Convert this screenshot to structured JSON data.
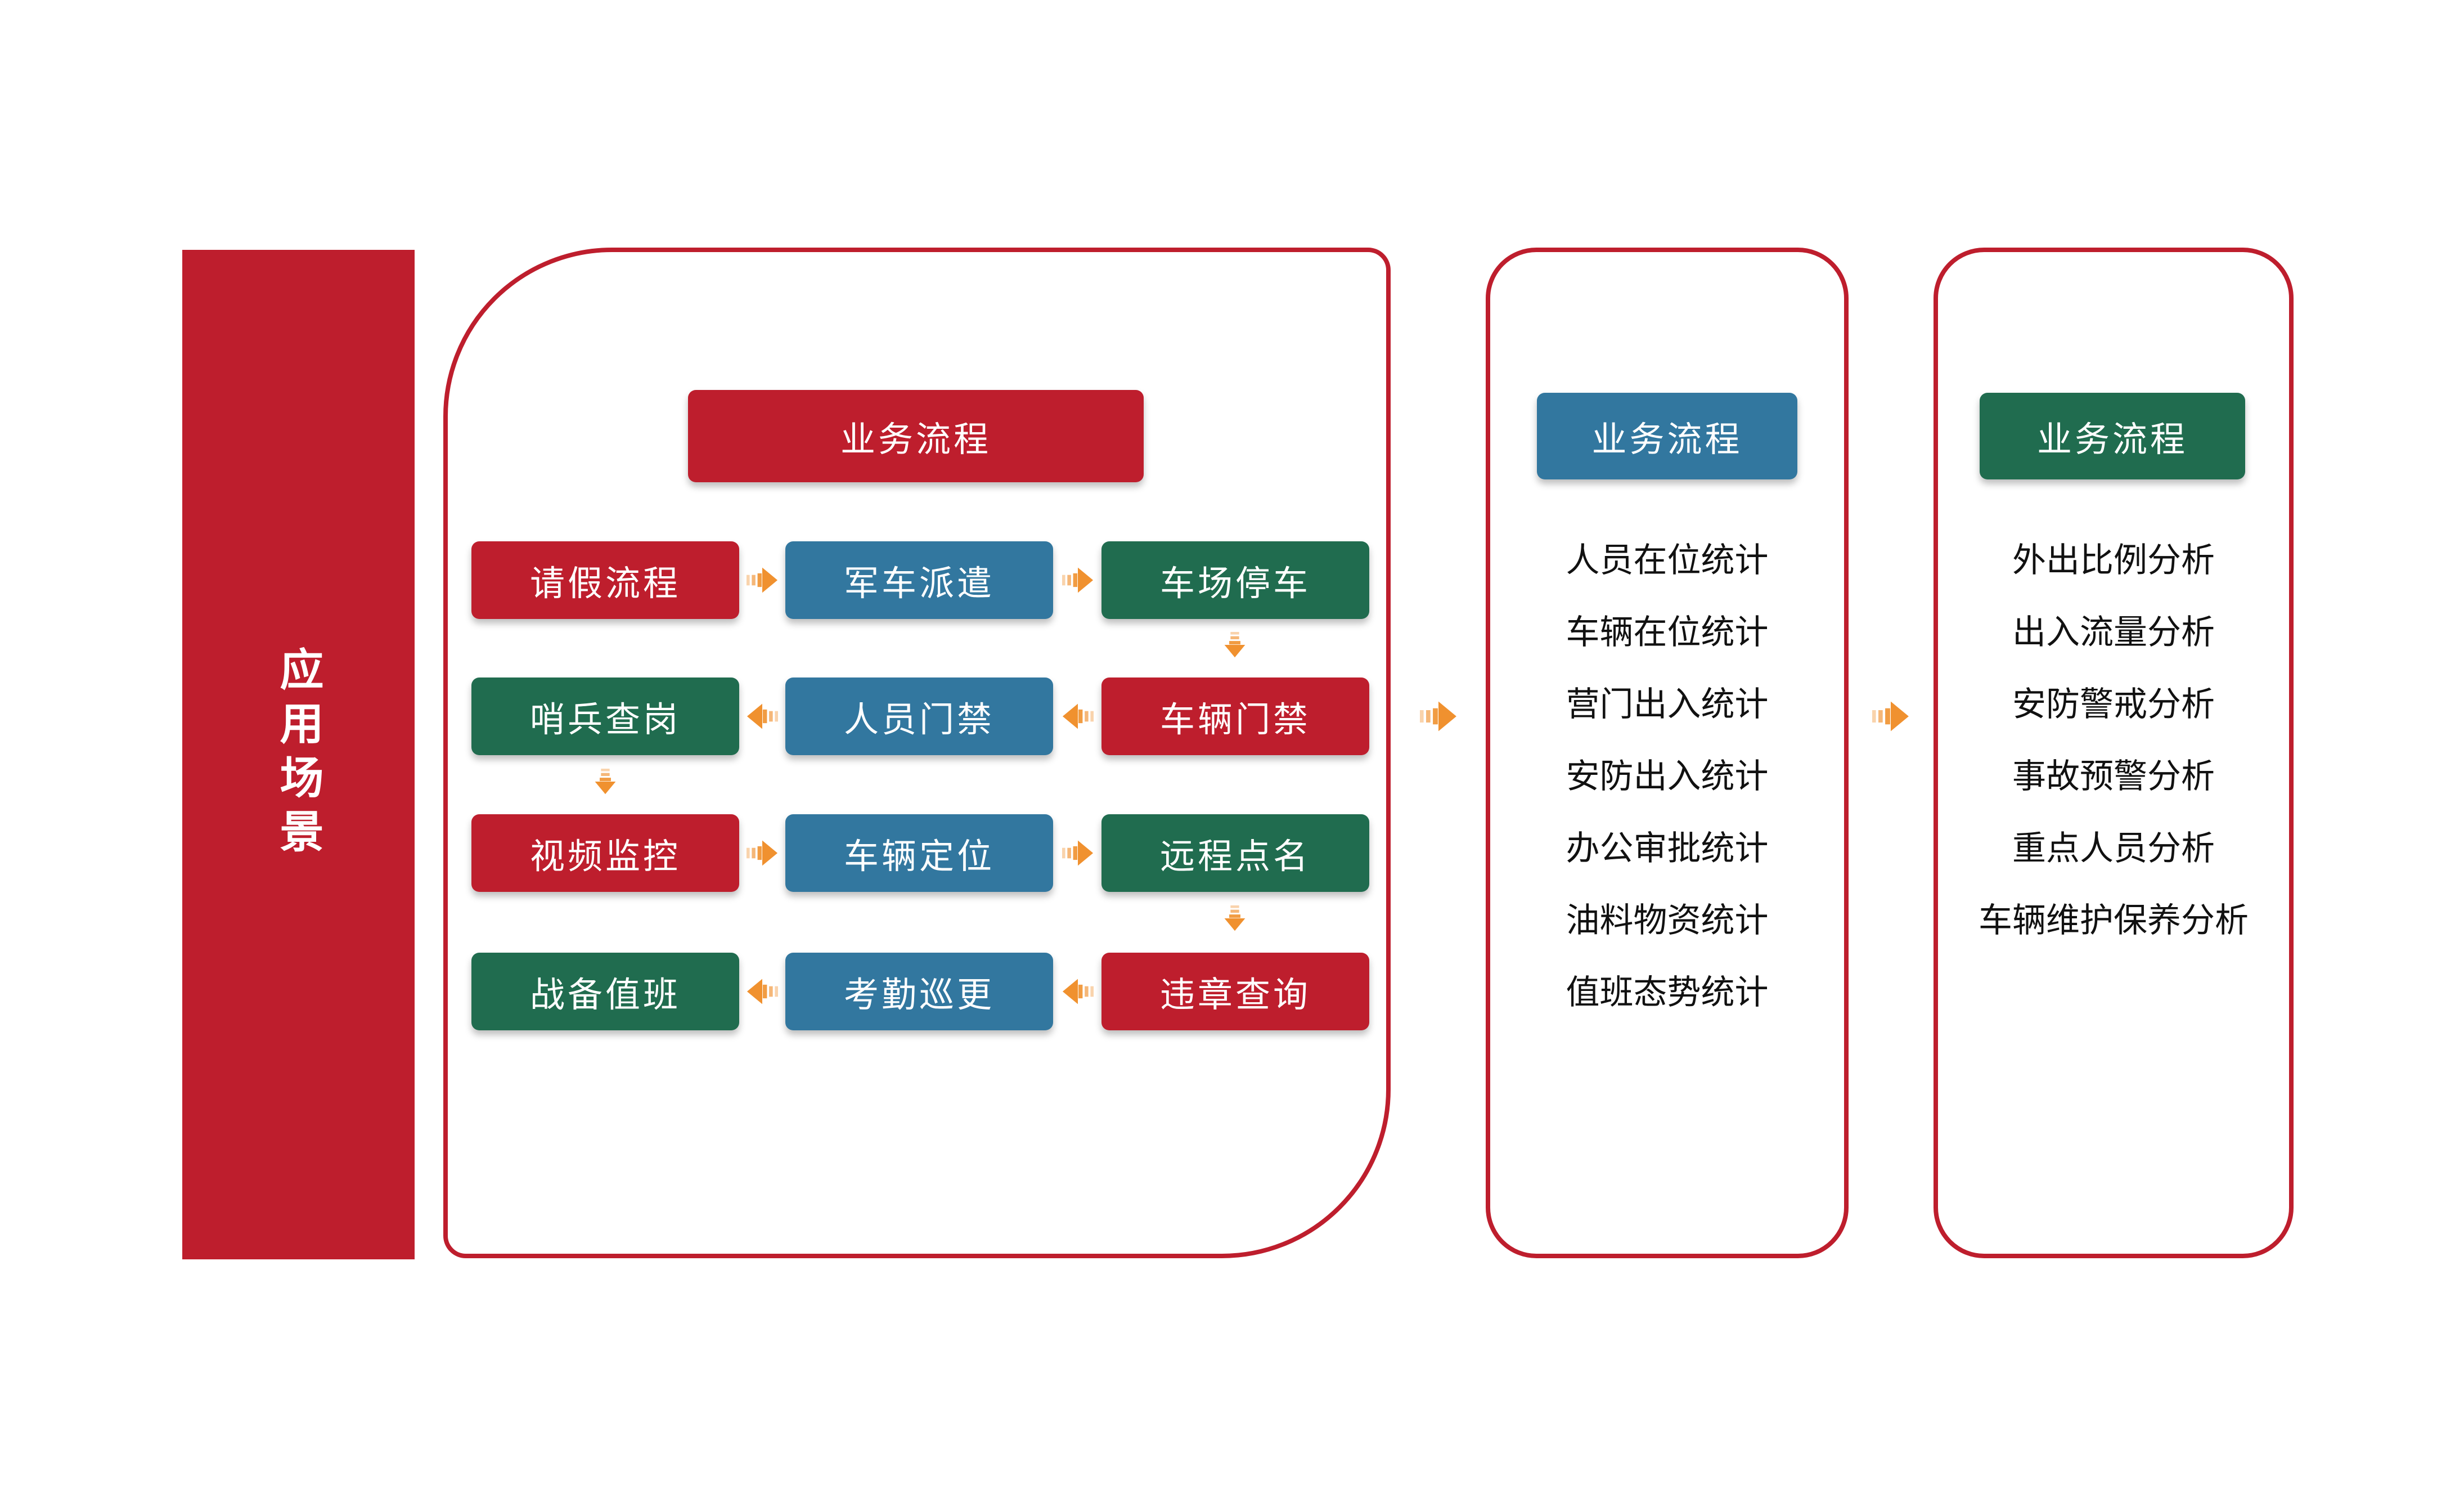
{
  "palette": {
    "red": "#be1e2d",
    "blue": "#32779f",
    "green": "#206c4f",
    "orange": "#f0912f",
    "border": "#be1e2d",
    "ink": "#111111",
    "bg": "#ffffff"
  },
  "sidebar": {
    "label": "应用场景"
  },
  "main_panel": {
    "header": {
      "label": "业务流程",
      "color": "red"
    },
    "grid": [
      [
        {
          "label": "请假流程",
          "color": "red"
        },
        {
          "label": "军车派遣",
          "color": "blue"
        },
        {
          "label": "车场停车",
          "color": "green"
        }
      ],
      [
        {
          "label": "哨兵查岗",
          "color": "green"
        },
        {
          "label": "人员门禁",
          "color": "blue"
        },
        {
          "label": "车辆门禁",
          "color": "red"
        }
      ],
      [
        {
          "label": "视频监控",
          "color": "red"
        },
        {
          "label": "车辆定位",
          "color": "blue"
        },
        {
          "label": "远程点名",
          "color": "green"
        }
      ],
      [
        {
          "label": "战备值班",
          "color": "green"
        },
        {
          "label": "考勤巡更",
          "color": "blue"
        },
        {
          "label": "违章查询",
          "color": "red"
        }
      ]
    ]
  },
  "stats_panel": {
    "header": {
      "label": "业务流程",
      "color": "blue"
    },
    "items": [
      "人员在位统计",
      "车辆在位统计",
      "营门出入统计",
      "安防出入统计",
      "办公审批统计",
      "油料物资统计",
      "值班态势统计"
    ]
  },
  "analysis_panel": {
    "header": {
      "label": "业务流程",
      "color": "green"
    },
    "items": [
      "外出比例分析",
      "出入流量分析",
      "安防警戒分析",
      "事故预警分析",
      "重点人员分析",
      "车辆维护保养分析"
    ]
  }
}
